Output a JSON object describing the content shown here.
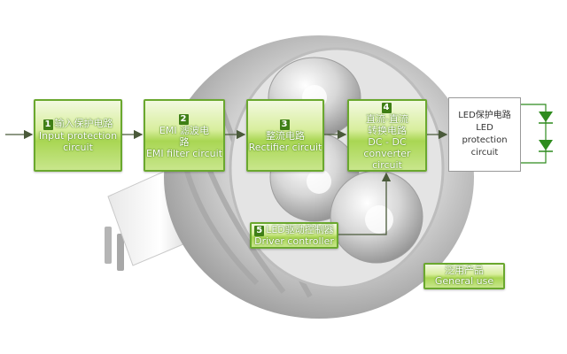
{
  "steps": [
    {
      "number": "1",
      "title_cn": "输入保护电路",
      "title_en": "Input protection circuit"
    },
    {
      "number": "2",
      "title_cn": "EMI 滤波电路",
      "title_en": "EMI filter circuit"
    },
    {
      "number": "3",
      "title_cn": "整流电路",
      "title_en": "Rectifier circuit"
    },
    {
      "number": "4",
      "title_cn": "直流-直流 转换电路",
      "title_en": "DC - DC converter circuit"
    },
    {
      "number": "5",
      "title_cn": "LED驱动控制器",
      "title_en": "Driver controller"
    }
  ],
  "output": {
    "title_cn": "LED保护电路",
    "title_en": "LED protection circuit"
  },
  "general": {
    "title_cn": "泛用产品",
    "title_en": "General use"
  },
  "colors": {
    "box_border": "#6aa82e",
    "box_fill": "#a9d653",
    "number_badge": "#3f7f16",
    "arrow": "#4a5a3a",
    "led": "#2e8b1e"
  },
  "icons": [
    "led-diode-icon",
    "led-diode-icon",
    "mr16-led-bulb-image"
  ]
}
